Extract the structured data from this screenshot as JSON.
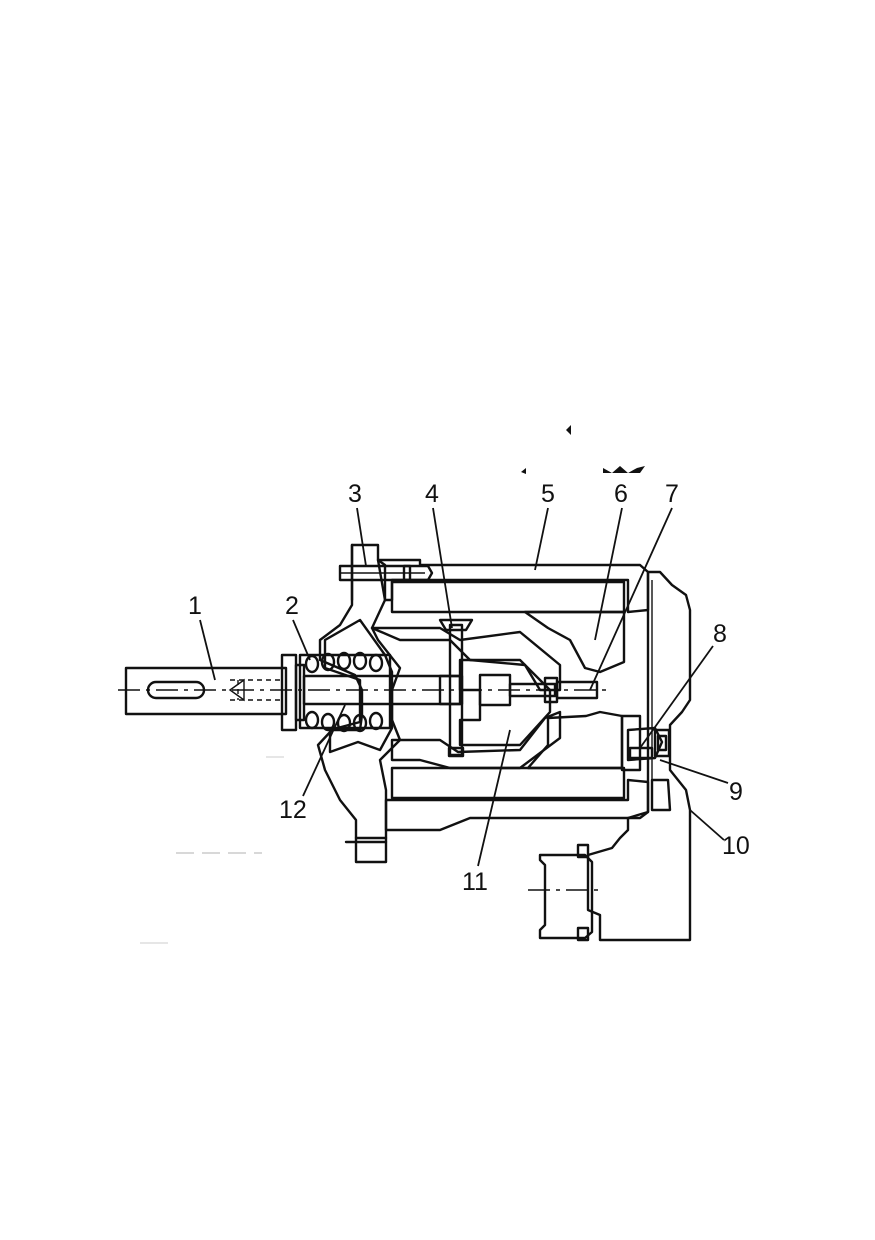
{
  "diagram": {
    "type": "sectional technical drawing",
    "callouts": [
      {
        "id": "1",
        "label": "1"
      },
      {
        "id": "2",
        "label": "2"
      },
      {
        "id": "3",
        "label": "3"
      },
      {
        "id": "4",
        "label": "4"
      },
      {
        "id": "5",
        "label": "5"
      },
      {
        "id": "6",
        "label": "6"
      },
      {
        "id": "7",
        "label": "7"
      },
      {
        "id": "8",
        "label": "8"
      },
      {
        "id": "9",
        "label": "9"
      },
      {
        "id": "10",
        "label": "10"
      },
      {
        "id": "11",
        "label": "11"
      },
      {
        "id": "12",
        "label": "12"
      }
    ],
    "colors": {
      "ink": "#111111",
      "paper": "#ffffff"
    }
  }
}
